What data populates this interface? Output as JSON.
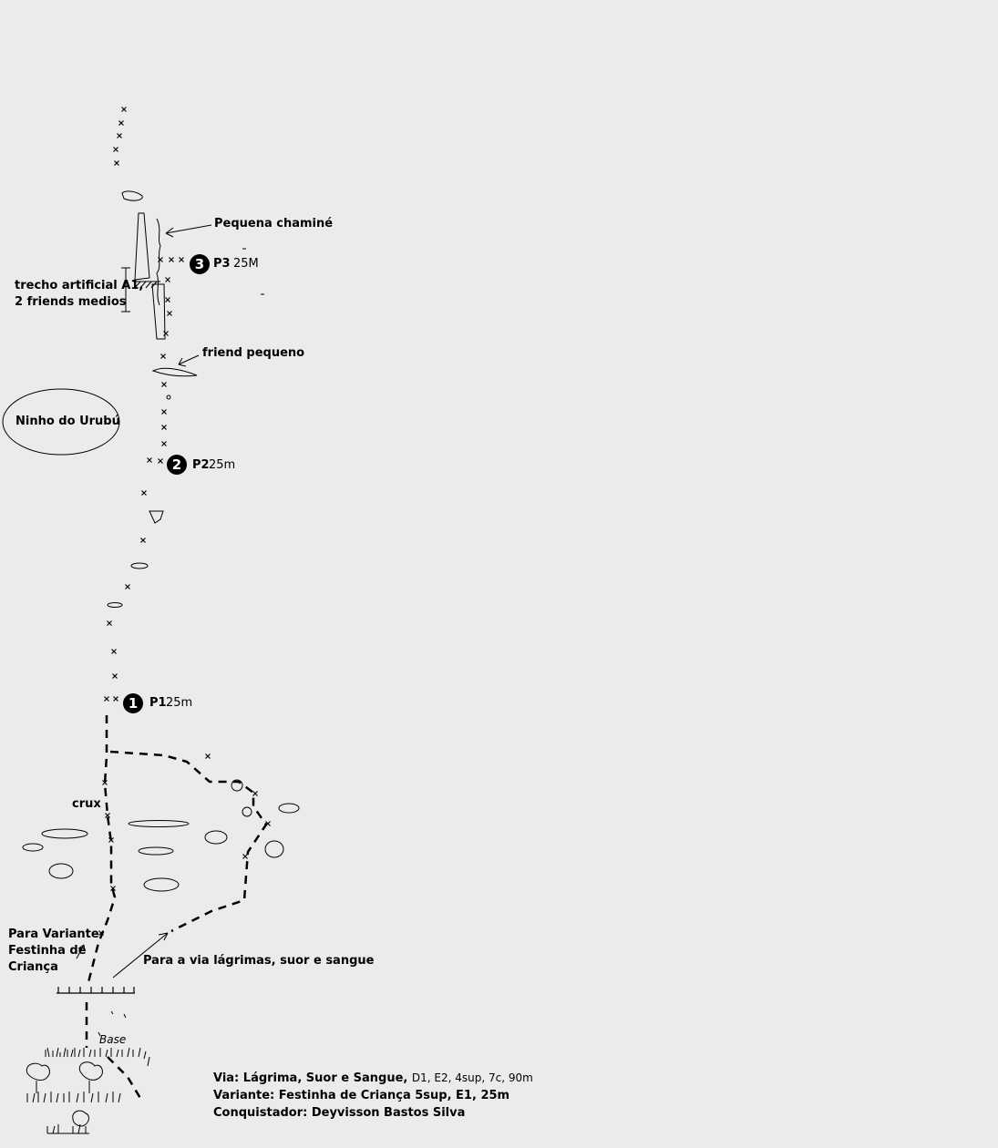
{
  "labels": {
    "pequena_chamine": "Pequena chaminé",
    "trecho_line1": "trecho artificial A1,",
    "trecho_line2": "2 friends medios",
    "friend_pequeno": "friend pequeno",
    "ninho": "Ninho do Urubú",
    "crux": "crux",
    "para_variante_1": "Para Variante",
    "para_variante_2": "Festinha de",
    "para_variante_3": "Criança",
    "para_via": "Para a via lágrimas, suor e sangue",
    "base": "Base"
  },
  "belays": [
    {
      "number": "1",
      "name": "P1",
      "length": "25m"
    },
    {
      "number": "2",
      "name": "P2",
      "length": "25m"
    },
    {
      "number": "3",
      "name": "P3",
      "length": "25M"
    }
  ],
  "info": {
    "via_label": "Via: Lágrima, Suor e Sangue,",
    "via_grades": "D1, E2, 4sup, 7c, 90m",
    "variante": "Variante: Festinha de Criança 5sup, E1, 25m",
    "conquistador": "Conquistador: Deyvisson Bastos Silva"
  }
}
